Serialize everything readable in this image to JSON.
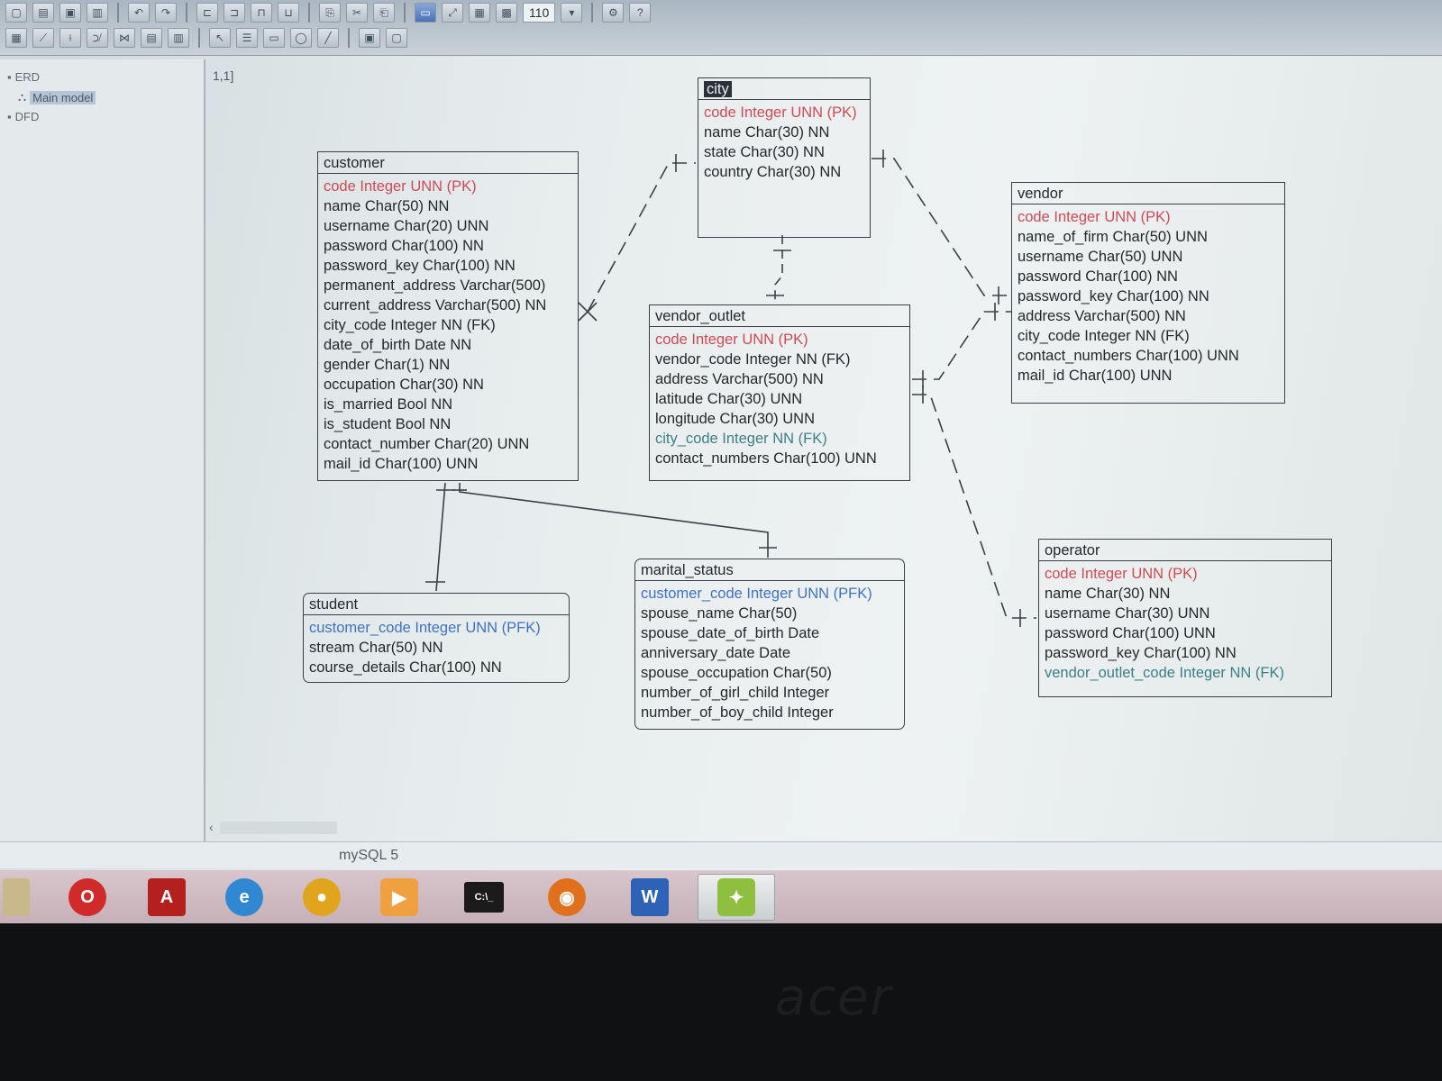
{
  "canvas": {
    "coord": "1,1]"
  },
  "toolbar": {
    "zoom": "110"
  },
  "tree": {
    "items": [
      {
        "label": "ERD"
      },
      {
        "label": "Main model"
      },
      {
        "label": "DFD"
      }
    ]
  },
  "entities": {
    "city": {
      "title": "city",
      "attrs": [
        "code Integer UNN (PK)",
        "name Char(30) NN",
        "state Char(30) NN",
        "country Char(30) NN"
      ]
    },
    "customer": {
      "title": "customer",
      "attrs": [
        "code Integer UNN (PK)",
        "name Char(50) NN",
        "username Char(20) UNN",
        "password Char(100) NN",
        "password_key Char(100) NN",
        "permanent_address Varchar(500)",
        "current_address Varchar(500) NN",
        "city_code Integer NN (FK)",
        "date_of_birth Date NN",
        "gender Char(1) NN",
        "occupation Char(30) NN",
        "is_married Bool NN",
        "is_student Bool NN",
        "contact_number Char(20) UNN",
        "mail_id Char(100) UNN"
      ]
    },
    "vendor_outlet": {
      "title": "vendor_outlet",
      "attrs": [
        "code Integer UNN (PK)",
        "vendor_code Integer NN (FK)",
        "address Varchar(500) NN",
        "latitude Char(30) UNN",
        "longitude Char(30) UNN",
        "city_code Integer NN (FK)",
        "contact_numbers Char(100) UNN"
      ]
    },
    "vendor": {
      "title": "vendor",
      "attrs": [
        "code Integer UNN (PK)",
        "name_of_firm Char(50) UNN",
        "username Char(50) UNN",
        "password Char(100) NN",
        "password_key Char(100) NN",
        "address Varchar(500) NN",
        "city_code Integer NN (FK)",
        "contact_numbers Char(100) UNN",
        "mail_id Char(100) UNN"
      ]
    },
    "student": {
      "title": "student",
      "attrs": [
        "customer_code Integer UNN (PFK)",
        "stream Char(50) NN",
        "course_details Char(100) NN"
      ]
    },
    "marital_status": {
      "title": "marital_status",
      "attrs": [
        "customer_code Integer UNN (PFK)",
        "spouse_name Char(50)",
        "spouse_date_of_birth Date",
        "anniversary_date Date",
        "spouse_occupation Char(50)",
        "number_of_girl_child Integer",
        "number_of_boy_child Integer"
      ]
    },
    "operator": {
      "title": "operator",
      "attrs": [
        "code Integer UNN (PK)",
        "name Char(30) NN",
        "username Char(30) UNN",
        "password Char(100) UNN",
        "password_key Char(100) NN",
        "vendor_outlet_code Integer NN (FK)"
      ]
    }
  },
  "statusbar": {
    "db": "mySQL 5"
  },
  "taskbar": {
    "apps": [
      {
        "icon": "opera-icon",
        "color": "#d12a2a"
      },
      {
        "icon": "acrobat-icon",
        "color": "#b3201e"
      },
      {
        "icon": "ie-icon",
        "color": "#2f88d1"
      },
      {
        "icon": "chrome-icon",
        "color": "#e0a51d"
      },
      {
        "icon": "media-player-icon",
        "color": "#f0a040"
      },
      {
        "icon": "cmd-icon",
        "color": "#1b1b1b"
      },
      {
        "icon": "firefox-icon",
        "color": "#e0701c"
      },
      {
        "icon": "word-icon",
        "color": "#2e62b6"
      },
      {
        "icon": "db-designer-icon",
        "color": "#8fbf3f"
      }
    ]
  },
  "bezel": {
    "brand": "acer"
  }
}
